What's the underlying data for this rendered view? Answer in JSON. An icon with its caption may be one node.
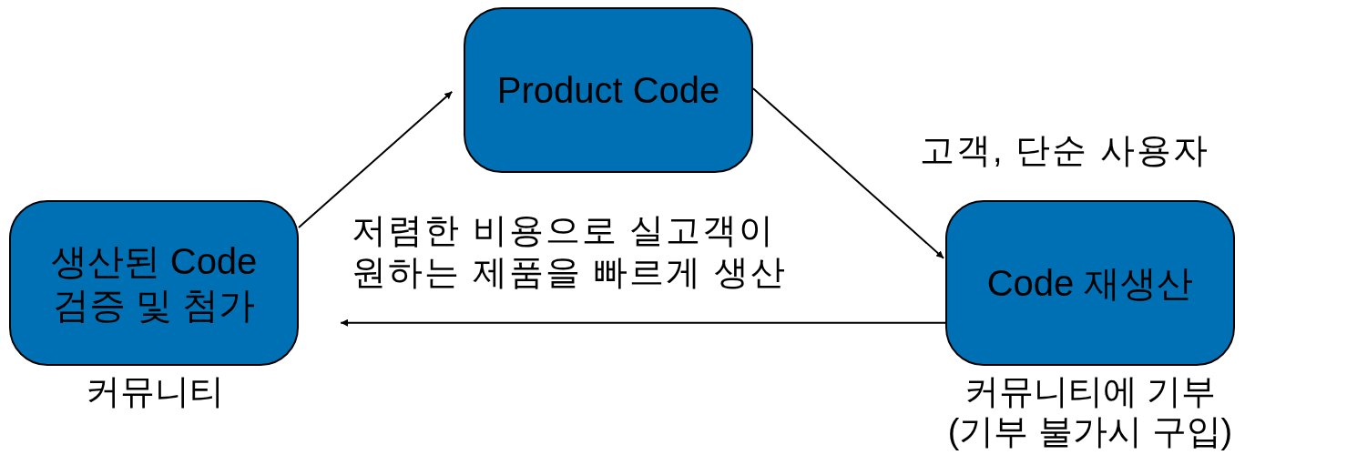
{
  "diagram": {
    "nodes": [
      {
        "text": [
          "생산된 Code 검증 및 첨가"
        ],
        "beside": [
          "커뮤니티"
        ]
      },
      {
        "text": [
          "Product Code"
        ]
      },
      {
        "text": [
          "Code 재생산"
        ],
        "beside": [
          "커뮤니티에 기부 (기부 불가시 구입)"
        ]
      }
    ],
    "edges": [
      {
        "from": 0,
        "to": 1,
        "arrow": "to"
      },
      {
        "from": 1,
        "to": 2,
        "arrow": "to",
        "label": "고객, 단순 사용자"
      },
      {
        "from": 2,
        "to": 0,
        "arrow": "to",
        "label": "저렴한 비용으로 실고객이 원하는 제품을 빠르게 생산"
      }
    ]
  }
}
